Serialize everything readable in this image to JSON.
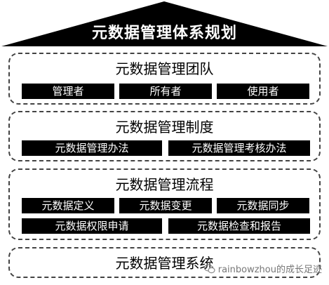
{
  "roof": {
    "title": "元数据管理体系规划"
  },
  "sections": [
    {
      "title": "元数据管理团队",
      "items": [
        "管理者",
        "所有者",
        "使用者"
      ]
    },
    {
      "title": "元数据管理制度",
      "items": [
        "元数据管理办法",
        "元数据管理考核办法"
      ]
    },
    {
      "title": "元数据管理流程",
      "items": [
        "元数据定义",
        "元数据变更",
        "元数据同步",
        "元数据权限申请",
        "元数据检查和报告"
      ]
    },
    {
      "title": "元数据管理系统",
      "items": []
    }
  ],
  "watermark": {
    "text": "rainbowzhou的成长足迹",
    "icon": "wechat-icon"
  },
  "colors": {
    "bar": "#000000",
    "bar_text": "#ffffff",
    "border": "#444444"
  }
}
